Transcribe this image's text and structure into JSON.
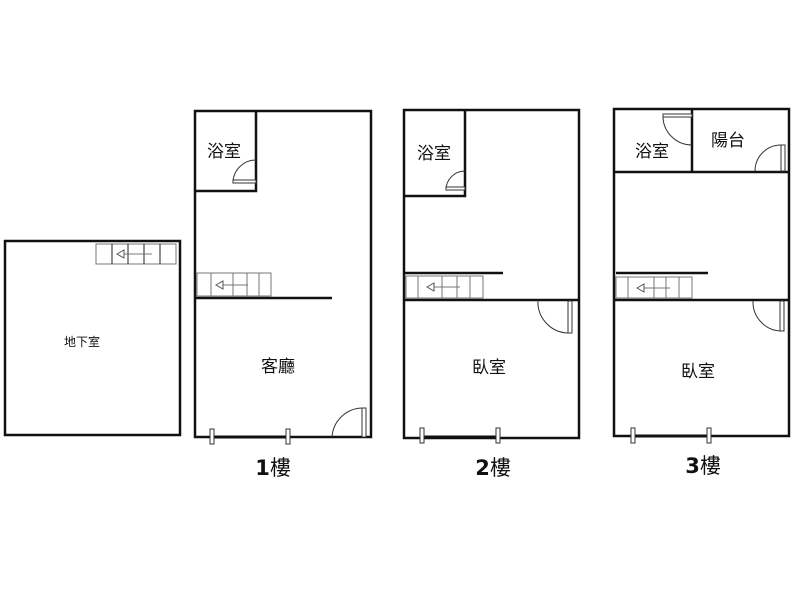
{
  "basement": {
    "label": "地下室"
  },
  "floor1": {
    "title_num": "1",
    "title_suffix": "樓",
    "bathroom": "浴室",
    "living_room": "客廳"
  },
  "floor2": {
    "title_num": "2",
    "title_suffix": "樓",
    "bathroom": "浴室",
    "bedroom": "臥室"
  },
  "floor3": {
    "title_num": "3",
    "title_suffix": "樓",
    "bathroom": "浴室",
    "balcony": "陽台",
    "bedroom": "臥室"
  }
}
